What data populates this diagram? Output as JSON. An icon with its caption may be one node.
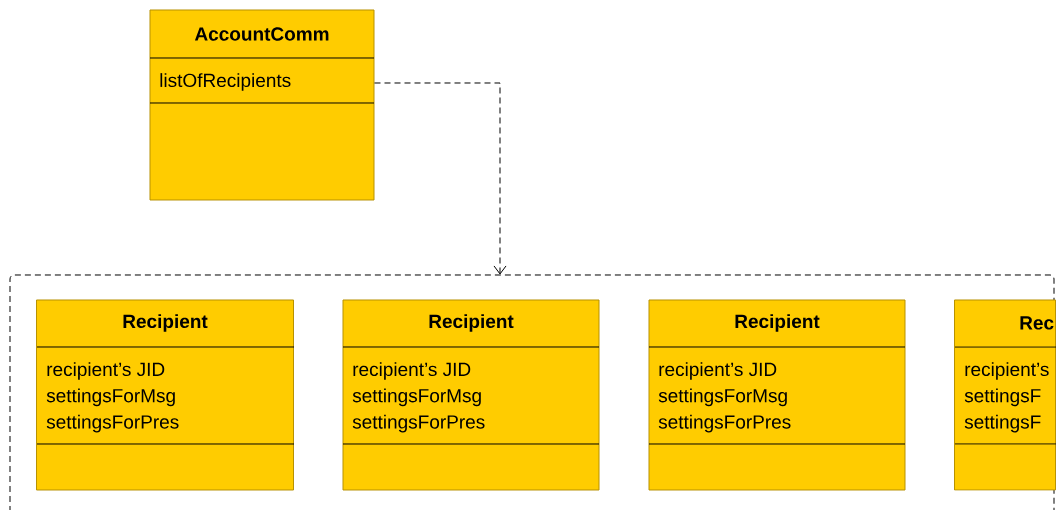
{
  "diagram": {
    "nodes": [
      {
        "text": [
          "AccountComm",
          "listOfRecipients"
        ]
      },
      {
        "text": [],
        "shape": "box"
      },
      {
        "text": [
          "Recipient",
          "recipient’s JID",
          "settingsForMsg",
          "settingsForPres"
        ],
        "in": 1
      },
      {
        "text": [
          "Recipient",
          "recipient’s JID",
          "settingsForMsg",
          "settingsForPres"
        ],
        "in": 1
      },
      {
        "text": [
          "Recipient",
          "recipient’s JID",
          "settingsForMsg",
          "settingsForPres"
        ],
        "in": 1
      },
      {
        "text": [
          "Rec",
          "recipient’s",
          "settingsF",
          "settingsF"
        ],
        "in": 1
      }
    ],
    "edges": [
      {
        "from": 0,
        "to": 1,
        "arrow": "to",
        "style": "dashed"
      }
    ]
  }
}
